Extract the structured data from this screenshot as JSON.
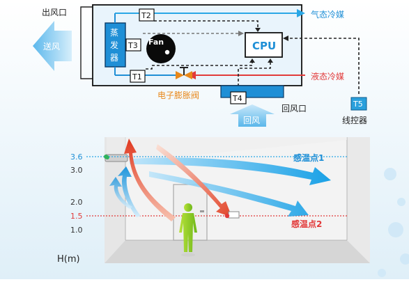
{
  "top_diagram": {
    "outlet_label": "出风口",
    "supply_air": "送风",
    "evaporator": [
      "蒸",
      "发",
      "器"
    ],
    "sensors": {
      "t1": "T1",
      "t2": "T2",
      "t3": "T3",
      "t4": "T4",
      "t5": "T5"
    },
    "fan_label": "Fan",
    "cpu_label": "CPU",
    "gas_refrigerant": "气态冷媒",
    "liquid_refrigerant": "液态冷媒",
    "expansion_valve": "电子膨胀阀",
    "return_air": "回风",
    "return_outlet": "回风口",
    "wired_controller": "线控器"
  },
  "room_diagram": {
    "axis_label": "H(m)",
    "heights": [
      "3.6",
      "3.0",
      "2.0",
      "1.5",
      "1.0"
    ],
    "sensing_point_1": "感温点1",
    "sensing_point_2": "感温点2"
  },
  "colors": {
    "blue": "#1f8fd6",
    "gas_line": "#2aa7e6",
    "red": "#e23a3a",
    "orange": "#e8881a",
    "panel": "#e9f4fc"
  }
}
